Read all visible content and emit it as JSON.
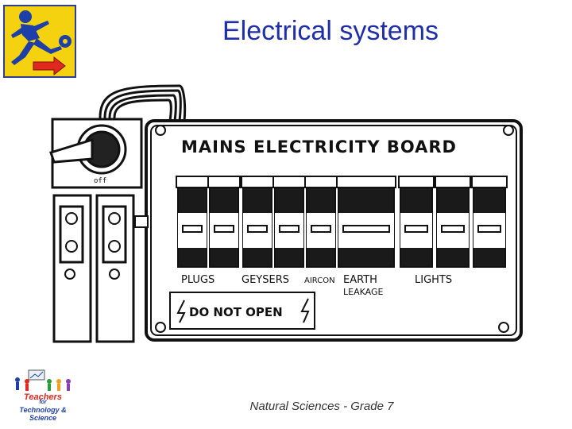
{
  "slide": {
    "title": "Electrical systems",
    "footer": "Natural Sciences - Grade 7"
  },
  "board": {
    "heading": "MAINS ELECTRICITY BOARD",
    "labels": {
      "plugs": "PLUGS",
      "geysers": "GEYSERS",
      "aircon": "AIRCON",
      "earth": "EARTH",
      "leakage": "LEAKAGE",
      "lights": "LIGHTS"
    },
    "warning": "DO NOT OPEN"
  },
  "publisher_logo": {
    "line1": "Teachers",
    "line2": "for",
    "line3": "Technology & Science"
  },
  "colors": {
    "title": "#1f2fa8",
    "logo_bg": "#f5d20f",
    "logo_figure": "#1f3fa8",
    "arrow": "#e0281f"
  },
  "icons": {
    "top_logo": "soccer-player-icon",
    "bottom_logo": "teachers-group-icon"
  }
}
